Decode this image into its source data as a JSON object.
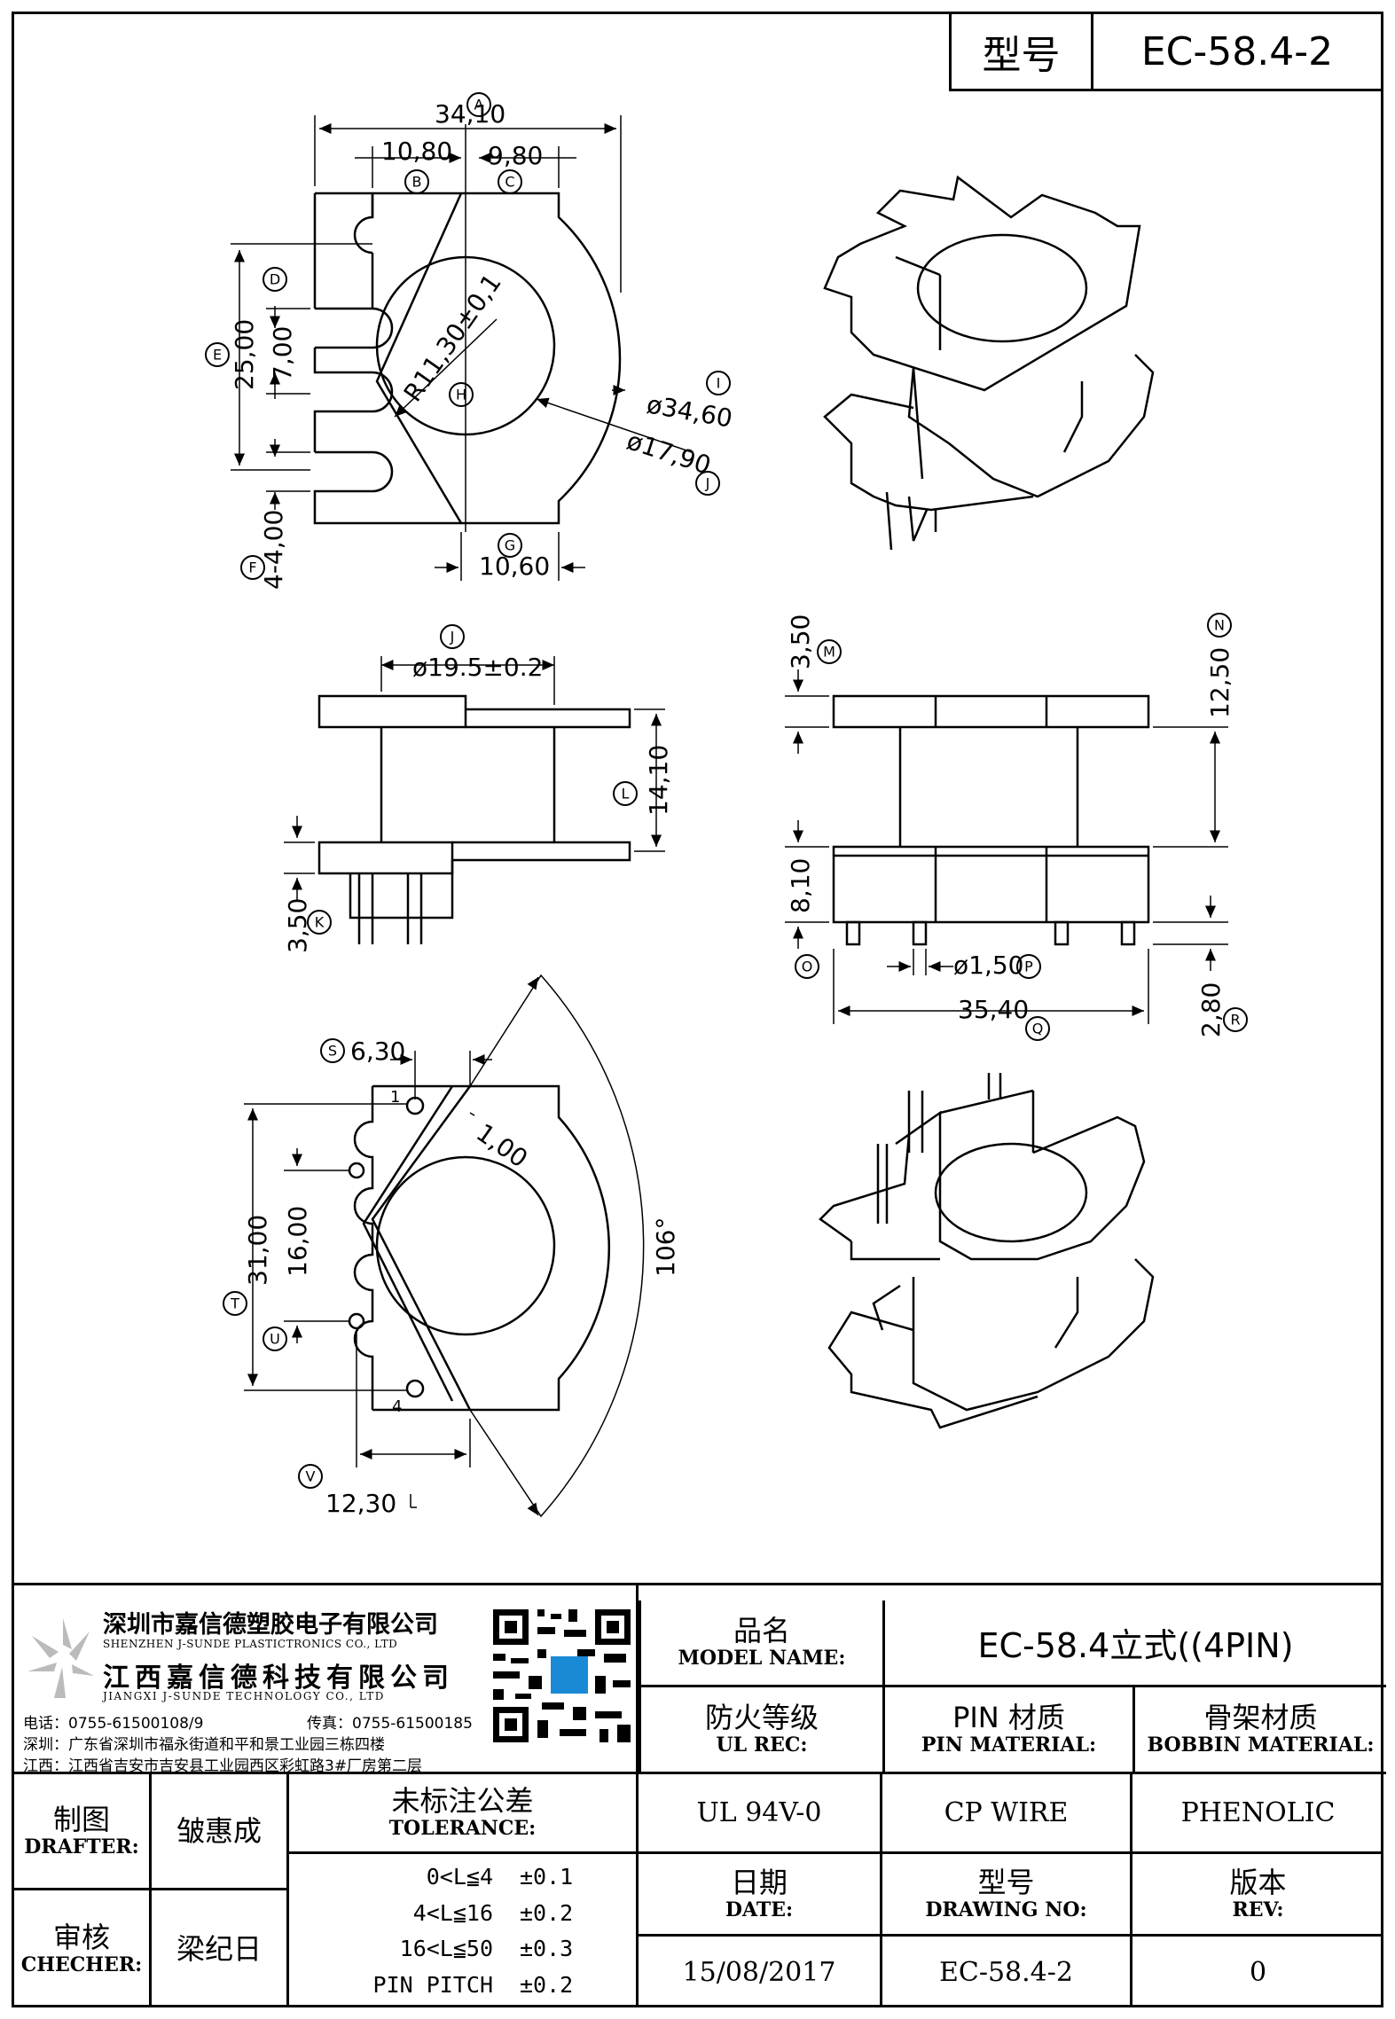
{
  "header": {
    "model_label": "型号",
    "model_value": "EC-58.4-2"
  },
  "drawing": {
    "top_view": {
      "dim_A": "34,10",
      "dim_B": "10,80",
      "dim_C": "9,80",
      "dim_E": "25,00",
      "dim_D": "7,00",
      "dim_F": "4-4,00",
      "dim_G": "10,60",
      "dim_H": "R11,30±0,1",
      "dim_I": "ø34,60",
      "dim_J": "ø17,90"
    },
    "side_view": {
      "dim_J": "ø19.5±0.2",
      "dim_L": "14,10",
      "dim_K": "3,50"
    },
    "front_view": {
      "dim_M": "3,50",
      "dim_N": "12,50",
      "dim_O": "8,10",
      "dim_P": "ø1,50",
      "dim_Q": "35,40",
      "dim_R": "2,80"
    },
    "bottom_view": {
      "dim_S": "6,30",
      "dim_gap": "1,00",
      "dim_T": "31,00",
      "dim_U": "16,00",
      "dim_V": "12,30",
      "angle": "106°",
      "pin1": "1",
      "pin4": "4"
    },
    "markers": [
      "A",
      "B",
      "C",
      "D",
      "E",
      "F",
      "G",
      "H",
      "I",
      "J",
      "K",
      "L",
      "M",
      "N",
      "O",
      "P",
      "Q",
      "R",
      "S",
      "T",
      "U",
      "V"
    ]
  },
  "company": {
    "name_cn_1": "深圳市嘉信德塑胶电子有限公司",
    "name_en_1": "SHENZHEN J-SUNDE PLASTICTRONICS CO., LTD",
    "name_cn_2": "江西嘉信德科技有限公司",
    "name_en_2": "JIANGXI J-SUNDE TECHNOLOGY CO., LTD",
    "tel": "电话：0755-61500108/9",
    "fax": "传真：0755-61500185",
    "addr_sz": "深圳：广东省深圳市福永街道和平和景工业园三栋四楼",
    "addr_jx": "江西：江西省吉安市吉安县工业园西区彩虹路3#厂房第二层"
  },
  "title_block": {
    "model_name_cn": "品名",
    "model_name_en": "MODEL NAME:",
    "model_name_value": "EC-58.4立式((4PIN)",
    "ul_cn": "防火等级",
    "ul_en": "UL REC:",
    "ul_value": "UL 94V-0",
    "pin_cn": "PIN 材质",
    "pin_en": "PIN MATERIAL:",
    "pin_value": "CP WIRE",
    "bobbin_cn": "骨架材质",
    "bobbin_en": "BOBBIN MATERIAL:",
    "bobbin_value": "PHENOLIC",
    "drafter_cn": "制图",
    "drafter_en": "DRAFTER:",
    "drafter_value": "皱惠成",
    "checker_cn": "审核",
    "checker_en": "CHECHER:",
    "checker_value": "梁纪日",
    "tol_cn": "未标注公差",
    "tol_en": "TOLERANCE:",
    "tolerances": [
      {
        "range": "0<L≦4",
        "value": "±0.1"
      },
      {
        "range": "4<L≦16",
        "value": "±0.2"
      },
      {
        "range": "16<L≦50",
        "value": "±0.3"
      },
      {
        "range": "PIN PITCH",
        "value": "±0.2"
      }
    ],
    "date_cn": "日期",
    "date_en": "DATE:",
    "date_value": "15/08/2017",
    "dwg_cn": "型号",
    "dwg_en": "DRAWING NO:",
    "dwg_value": "EC-58.4-2",
    "rev_cn": "版本",
    "rev_en": "REV:",
    "rev_value": "0"
  }
}
